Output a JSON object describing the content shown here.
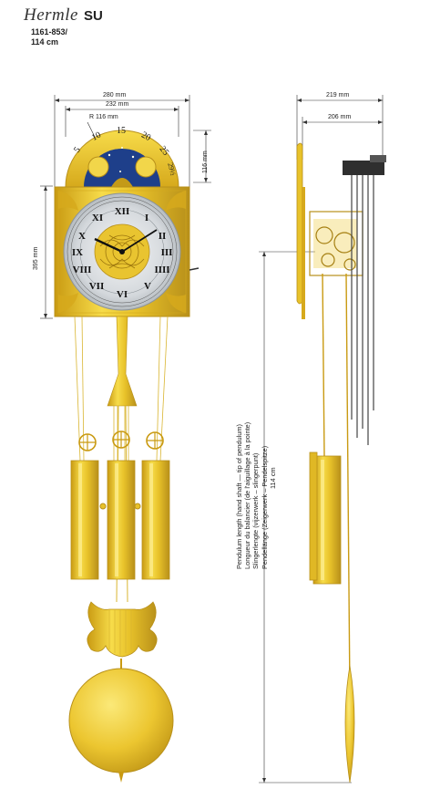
{
  "header": {
    "brand": "Hermle",
    "model": "SU",
    "code_line1": "1161-853/",
    "code_line2": "114 cm"
  },
  "dimensions": {
    "width_outer": "280 mm",
    "width_inner": "232 mm",
    "arch_radius": "R 116 mm",
    "arch_height": "116 mm",
    "dial_height": "395 mm",
    "side_depth_outer": "219 mm",
    "side_depth_inner": "206 mm"
  },
  "moon_dial_numbers": [
    "5",
    "10",
    "15",
    "20",
    "25",
    "29½"
  ],
  "pendulum_caption": {
    "line1": "Pendulum length (hand shaft — tip of pendulum)",
    "line2": "Longueur du balancier (de l'aiguillage à la pointe)",
    "line3": "Slingerlengte (vijzerwerk – slingerpunt)",
    "line4": "Pendellänge (Zeigerwerk – Pendelspitze)",
    "line5": "114 cm"
  },
  "colors": {
    "brass": "#e8c22a",
    "brass_dark": "#b8901a",
    "moon_blue": "#1e3f8a",
    "dial_silver": "#d9dde0"
  }
}
